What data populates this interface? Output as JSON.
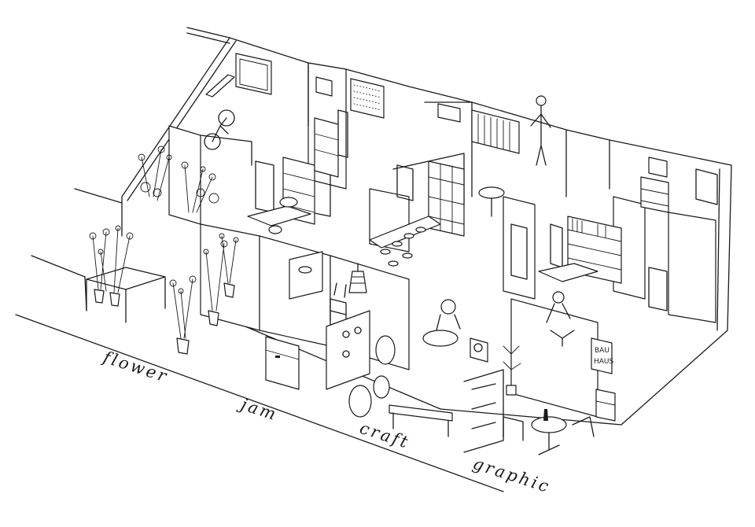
{
  "labels": {
    "flower": "flower",
    "jam": "jam",
    "craft": "craft",
    "graphic": "graphic"
  },
  "sign": {
    "line1": "BAU",
    "line2": "HAUS"
  },
  "colors": {
    "ink": "#1a1a1a",
    "paper": "#ffffff"
  }
}
